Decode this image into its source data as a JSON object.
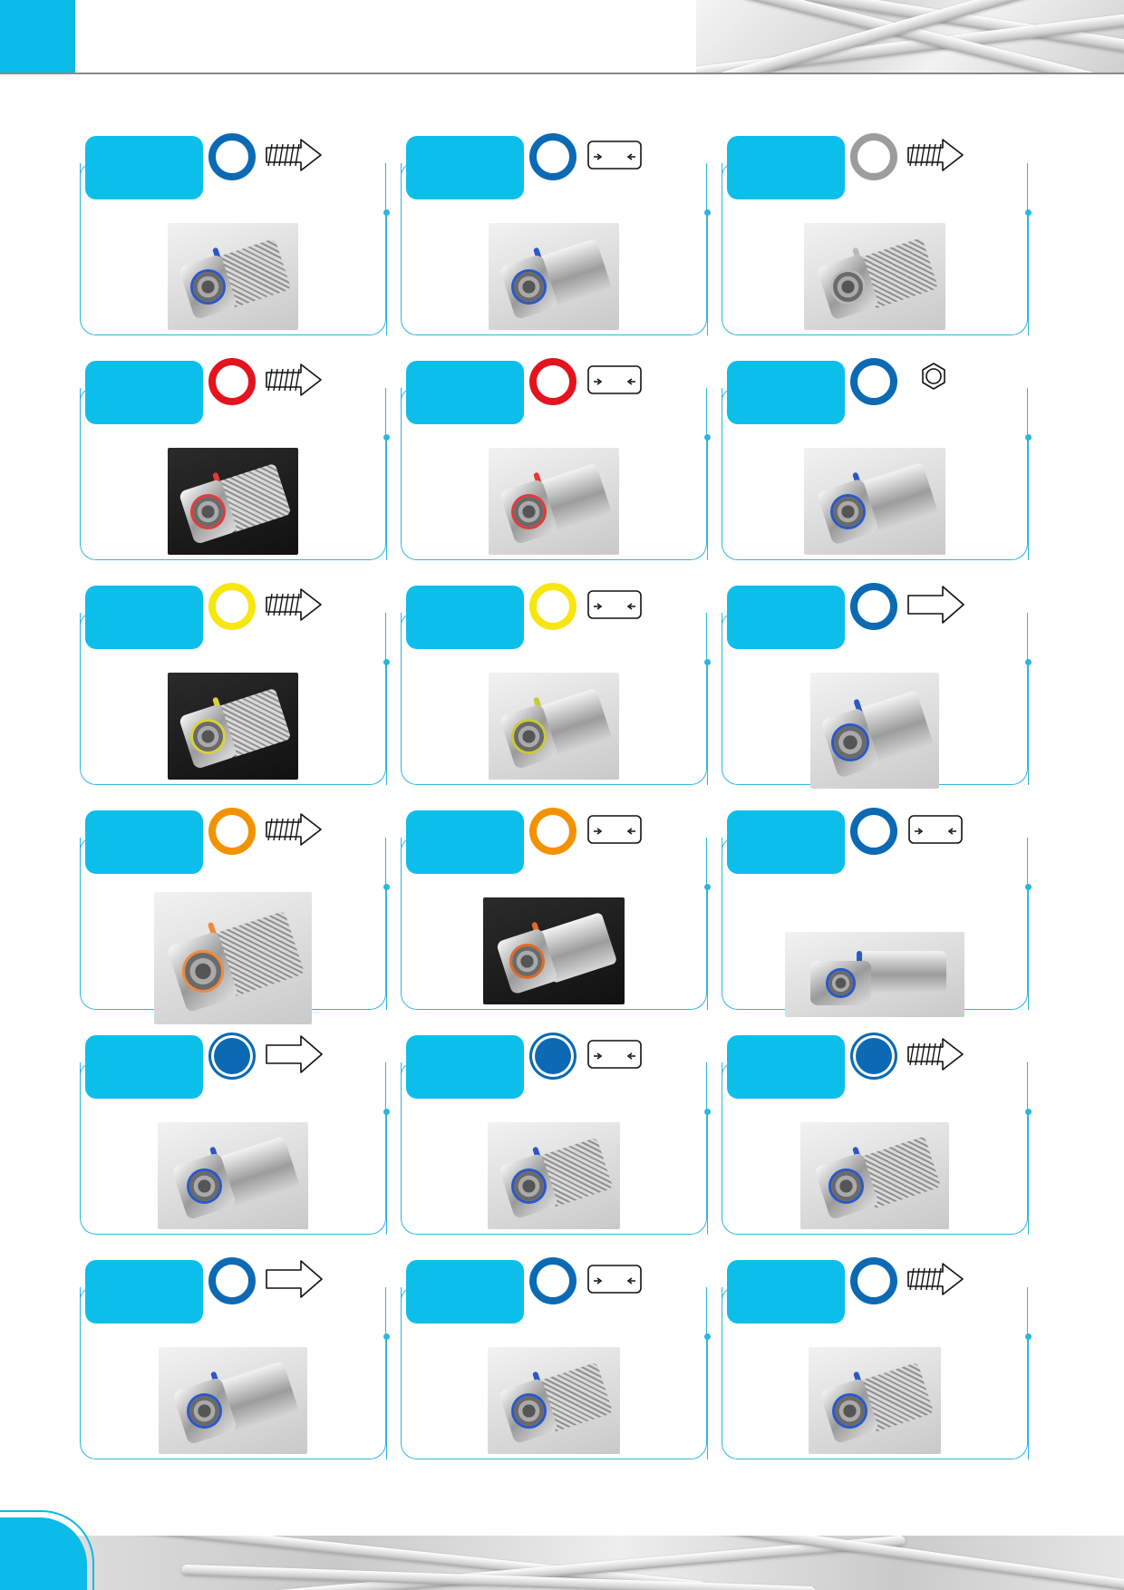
{
  "colors": {
    "brand_cyan": "#0bbbe8",
    "frame_line": "#2bb6de",
    "ring_blue": "#0b6ab3",
    "ring_red": "#e3141f",
    "ring_yellow": "#f7e60f",
    "ring_orange": "#f39200",
    "ring_gray": "#9c9c9c"
  },
  "products": [
    {
      "ring": "blue",
      "ring_style": "outline",
      "symbol": "twist-on-arrow",
      "photo": {
        "bg": "light",
        "band": "#2a58c8",
        "type": "f-twist"
      }
    },
    {
      "ring": "blue",
      "ring_style": "outline",
      "symbol": "compression-box",
      "photo": {
        "bg": "light",
        "band": "#2a58c8",
        "type": "f-compression"
      }
    },
    {
      "ring": "gray",
      "ring_style": "outline",
      "symbol": "twist-on-arrow",
      "photo": {
        "bg": "light",
        "band": "#b8b8b8",
        "type": "f-twist-double"
      }
    },
    {
      "ring": "red",
      "ring_style": "outline",
      "symbol": "twist-on-arrow",
      "photo": {
        "bg": "dark",
        "band": "#e23a3a",
        "type": "f-twist"
      }
    },
    {
      "ring": "red",
      "ring_style": "outline",
      "symbol": "compression-box",
      "photo": {
        "bg": "light",
        "band": "#e23a3a",
        "type": "f-compression"
      }
    },
    {
      "ring": "blue",
      "ring_style": "outline",
      "symbol": "hex-crimp",
      "photo": {
        "bg": "light",
        "band": "#2a58c8",
        "type": "f-crimp"
      }
    },
    {
      "ring": "yellow",
      "ring_style": "outline",
      "symbol": "twist-on-arrow",
      "photo": {
        "bg": "dark",
        "band": "#d8d23a",
        "type": "f-twist"
      }
    },
    {
      "ring": "yellow",
      "ring_style": "outline",
      "symbol": "compression-box",
      "photo": {
        "bg": "light",
        "band": "#c9c93a",
        "type": "f-compression"
      }
    },
    {
      "ring": "blue",
      "ring_style": "outline",
      "symbol": "push-on-arrow",
      "photo": {
        "bg": "light",
        "band": "#2a58c8",
        "type": "f-push"
      }
    },
    {
      "ring": "orange",
      "ring_style": "outline",
      "symbol": "twist-on-arrow",
      "photo": {
        "bg": "light",
        "band": "#f08a3a",
        "type": "f-twist-pin"
      }
    },
    {
      "ring": "orange",
      "ring_style": "outline",
      "symbol": "compression-box",
      "photo": {
        "bg": "dark",
        "band": "#e06a2a",
        "type": "f-compression-long"
      }
    },
    {
      "ring": "blue",
      "ring_style": "outline",
      "symbol": "compression-box",
      "photo": {
        "bg": "light",
        "band": "#2a58c8",
        "type": "f-angle"
      }
    },
    {
      "ring": "blue",
      "ring_style": "filled",
      "symbol": "push-on-arrow",
      "photo": {
        "bg": "light",
        "band": "#2a58c8",
        "type": "iec-female"
      }
    },
    {
      "ring": "blue",
      "ring_style": "filled",
      "symbol": "compression-box",
      "photo": {
        "bg": "light",
        "band": "#2a58c8",
        "type": "iec-male-knurl"
      }
    },
    {
      "ring": "blue",
      "ring_style": "filled",
      "symbol": "twist-on-arrow",
      "photo": {
        "bg": "light",
        "band": "#2a58c8",
        "type": "iec-female-knurl"
      }
    },
    {
      "ring": "blue",
      "ring_style": "outline",
      "symbol": "push-on-arrow",
      "photo": {
        "bg": "light",
        "band": "#2a58c8",
        "type": "iec-male"
      }
    },
    {
      "ring": "blue",
      "ring_style": "outline",
      "symbol": "compression-box",
      "photo": {
        "bg": "light",
        "band": "#2a58c8",
        "type": "iec-male-knurl"
      }
    },
    {
      "ring": "blue",
      "ring_style": "outline",
      "symbol": "twist-on-arrow",
      "photo": {
        "bg": "light",
        "band": "#2a58c8",
        "type": "iec-male-knurl"
      }
    }
  ]
}
